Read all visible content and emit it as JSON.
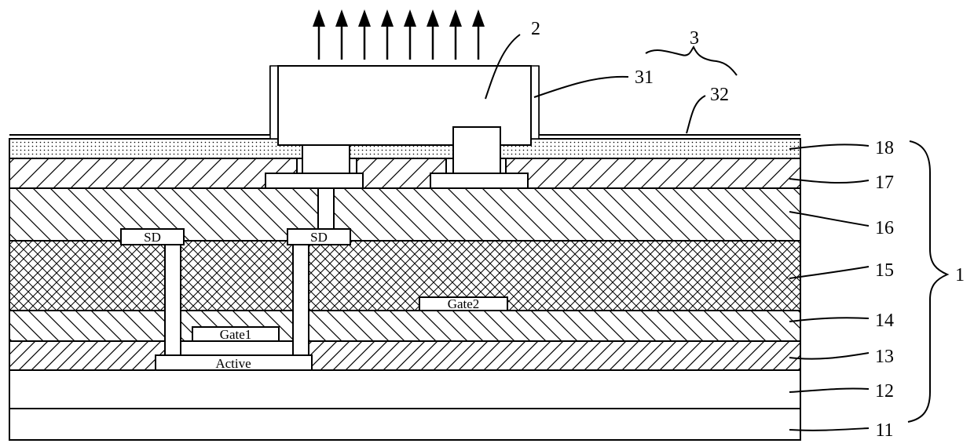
{
  "labels": {
    "l2": "2",
    "l3": "3",
    "l31": "31",
    "l32": "32",
    "l18": "18",
    "l17": "17",
    "l16": "16",
    "l15": "15",
    "l14": "14",
    "l13": "13",
    "l12": "12",
    "l11": "11",
    "l1": "1"
  },
  "elements": {
    "sd_left": "SD",
    "sd_right": "SD",
    "gate1": "Gate1",
    "gate2": "Gate2",
    "active": "Active"
  },
  "emission_arrows": 8
}
